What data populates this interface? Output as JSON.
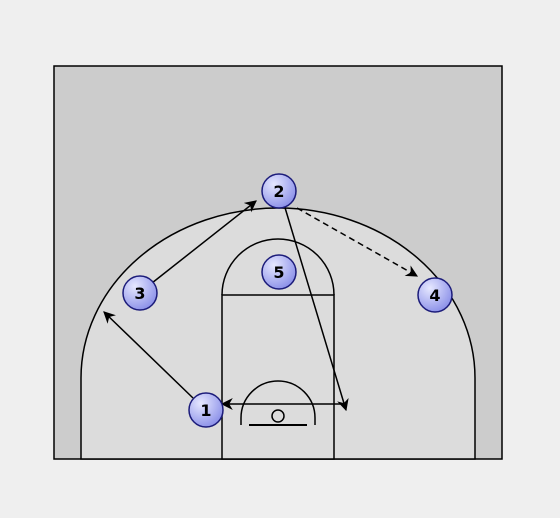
{
  "colors": {
    "page_background": "#efefef",
    "court_background": "#cccccc",
    "inside_three_point": "#dcdcdc",
    "lines": "#000000",
    "player_fill_light": "#e6e8ff",
    "player_fill_dark": "#8a8fe8",
    "player_stroke": "#1c1c7a"
  },
  "players": [
    {
      "id": "p1",
      "label": "1"
    },
    {
      "id": "p2",
      "label": "2"
    },
    {
      "id": "p3",
      "label": "3"
    },
    {
      "id": "p4",
      "label": "4"
    },
    {
      "id": "p5",
      "label": "5"
    }
  ],
  "actions": [
    {
      "type": "cut",
      "from": "1",
      "to": "3-wing"
    },
    {
      "type": "cut",
      "from": "3",
      "to": "2-top"
    },
    {
      "type": "cut",
      "from": "2",
      "to": "right-block"
    },
    {
      "type": "cut",
      "from": "right-block",
      "to": "1"
    },
    {
      "type": "pass",
      "from": "2",
      "to": "4"
    }
  ]
}
